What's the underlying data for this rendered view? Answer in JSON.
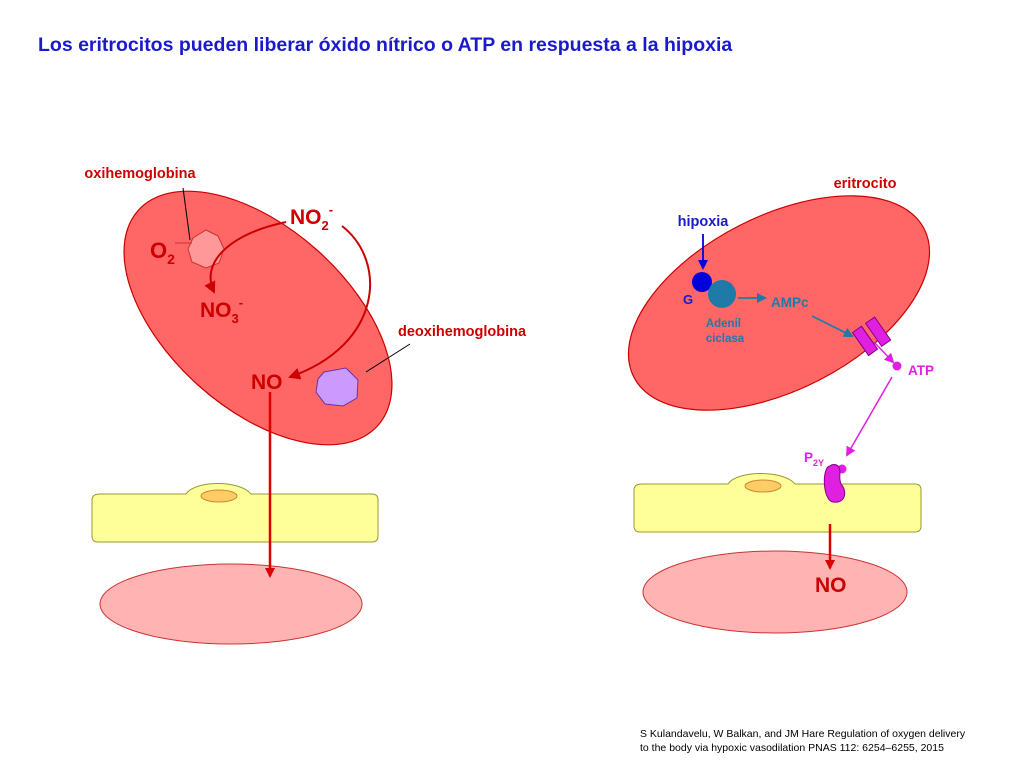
{
  "title": "Los eritrocitos pueden liberar óxido nítrico o ATP en respuesta a la hipoxia",
  "left_panel": {
    "oxyhemoglobin_label": "oxihemoglobina",
    "deoxyhemoglobin_label": "deoxihemoglobina",
    "o2": {
      "base": "O",
      "sub": "2"
    },
    "no2": {
      "base": "NO",
      "sub": "2",
      "sup": "-"
    },
    "no3": {
      "base": "NO",
      "sub": "3",
      "sup": "-"
    },
    "no_label": "NO"
  },
  "right_panel": {
    "erythrocyte_label": "eritrocito",
    "hypoxia_label": "hipoxia",
    "g_label": "G",
    "adenylyl_cyclase_label": [
      "Adenil",
      "ciclasa"
    ],
    "ampc_label": "AMPc",
    "atp_label": "ATP",
    "p2y": {
      "base": "P",
      "sub": "2Y"
    },
    "no_label": "NO"
  },
  "citation": [
    "S Kulandavelu, W Balkan, and JM Hare Regulation of oxygen delivery",
    "to the body via hypoxic vasodilation PNAS 112: 6254–6255, 2015"
  ],
  "colors": {
    "title": "#1a1acc",
    "erythrocyte_fill": "#ff6666",
    "erythrocyte_stroke": "#cc0000",
    "endothelial_fill": "#ffff99",
    "nucleus_fill": "#ffcc66",
    "smooth_muscle_fill": "#ffb3b3",
    "oxyhemoglobin_fill": "#ff9999",
    "deoxyhemoglobin_fill": "#cc99ff",
    "arrow_red": "#dd0000",
    "g_protein": "#0000dd",
    "adenylyl_cyclase": "#1f7aa8",
    "atp_magenta": "#e020e0"
  },
  "icons": {
    "oxyhemoglobin": "oxyhemoglobin-blob-icon",
    "deoxyhemoglobin": "deoxyhemoglobin-blob-icon",
    "g_protein": "g-protein-circle-icon",
    "adenylyl_cyclase": "adenylyl-cyclase-circle-icon",
    "atp_channel": "atp-channel-icon",
    "p2y_receptor": "p2y-receptor-icon"
  }
}
